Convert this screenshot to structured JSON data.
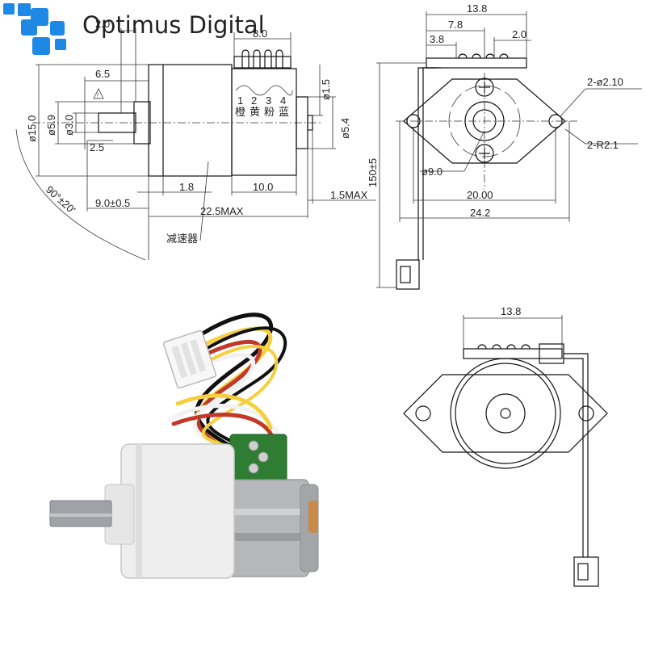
{
  "brand": {
    "name": "Optimus Digital",
    "color": "#1e88e5"
  },
  "side_view": {
    "dims": {
      "d1": "2.0",
      "d2": "8.0",
      "d3": "6.5",
      "d4": "ø15.0",
      "d5": "ø5.9",
      "d6": "ø3.0",
      "d7": "2.5",
      "d8": "ø1.5",
      "d9": "ø5.4",
      "d10": "1.8",
      "d11": "10.0",
      "d12": "9.0±0.5",
      "d13": "1.5MAX",
      "d14": "22.5MAX",
      "d15": "90°±20'"
    },
    "pins": [
      "1",
      "2",
      "3",
      "4"
    ],
    "pin_notes": [
      "橙",
      "黄",
      "粉",
      "蓝"
    ],
    "gearbox_label": "减速器"
  },
  "front_view": {
    "dims": {
      "d1": "13.8",
      "d2": "7.8",
      "d3": "3.8",
      "d4": "2.0",
      "d5": "2-ø2.10",
      "d6": "2-R2.1",
      "d7": "ø9.0",
      "d8": "20.00",
      "d9": "24.2",
      "d10": "150±5"
    }
  },
  "back_view": {
    "dims": {
      "d1": "13.8"
    }
  },
  "wire_colors": [
    "#111111",
    "#f4d03f",
    "#c0392b",
    "#f2f2f2"
  ]
}
